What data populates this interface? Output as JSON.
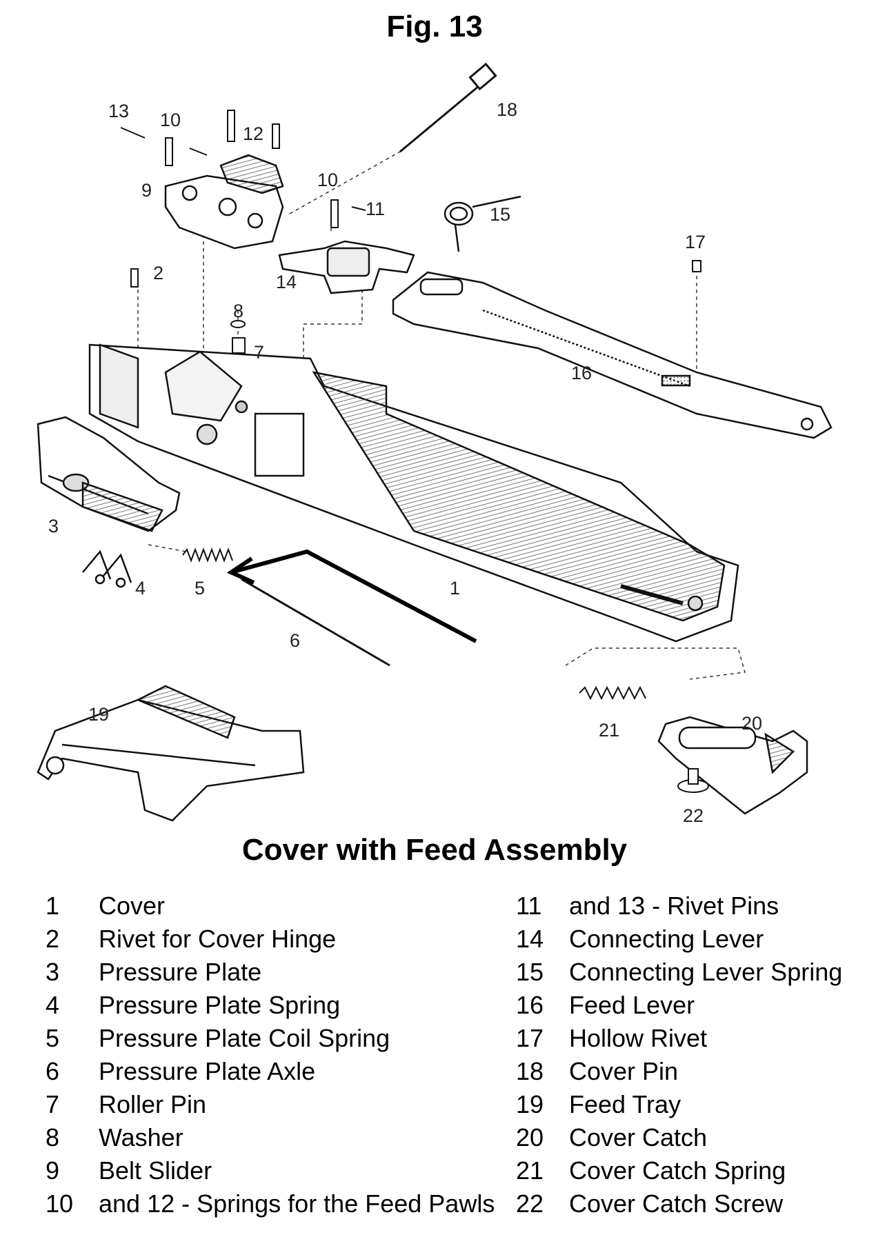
{
  "figure_title": "Fig. 13",
  "caption": "Cover with Feed Assembly",
  "callouts": [
    "1",
    "2",
    "3",
    "4",
    "5",
    "6",
    "7",
    "8",
    "9",
    "10",
    "10",
    "11",
    "12",
    "13",
    "14",
    "15",
    "16",
    "17",
    "18",
    "19",
    "20",
    "21",
    "22"
  ],
  "legend_left": [
    {
      "num": "1",
      "text": "Cover"
    },
    {
      "num": "2",
      "text": "Rivet for Cover Hinge"
    },
    {
      "num": "3",
      "text": "Pressure Plate"
    },
    {
      "num": "4",
      "text": "Pressure Plate Spring"
    },
    {
      "num": "5",
      "text": "Pressure Plate Coil Spring"
    },
    {
      "num": "6",
      "text": "Pressure Plate Axle"
    },
    {
      "num": "7",
      "text": "Roller Pin"
    },
    {
      "num": "8",
      "text": "Washer"
    },
    {
      "num": "9",
      "text": "Belt Slider"
    },
    {
      "num": "10",
      "text": "and 12 - Springs for the Feed Pawls"
    }
  ],
  "legend_right": [
    {
      "num": "11",
      "text": "and 13 - Rivet Pins"
    },
    {
      "num": "14",
      "text": "Connecting Lever"
    },
    {
      "num": "15",
      "text": "Connecting Lever Spring"
    },
    {
      "num": "16",
      "text": "Feed Lever"
    },
    {
      "num": "17",
      "text": "Hollow Rivet"
    },
    {
      "num": "18",
      "text": "Cover Pin"
    },
    {
      "num": "19",
      "text": "Feed Tray"
    },
    {
      "num": "20",
      "text": "Cover Catch"
    },
    {
      "num": "21",
      "text": "Cover Catch Spring"
    },
    {
      "num": "22",
      "text": "Cover Catch Screw"
    }
  ]
}
